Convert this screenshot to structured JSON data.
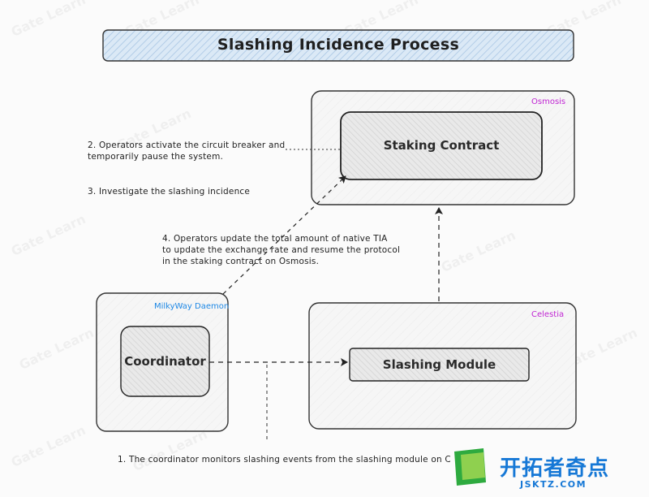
{
  "title": "Slashing Incidence Process",
  "containers": {
    "osmosis": {
      "label": "Osmosis",
      "label_color": "#c026d3"
    },
    "milkyway": {
      "label": "MilkyWay Daemon",
      "label_color": "#1e88e5"
    },
    "celestia": {
      "label": "Celestia",
      "label_color": "#c026d3"
    }
  },
  "boxes": {
    "staking_contract": "Staking Contract",
    "coordinator": "Coordinator",
    "slashing_module": "Slashing Module"
  },
  "notes": {
    "step1": "1. The coordinator monitors slashing events from the slashing module on Celestia.",
    "step2": "2. Operators activate the circuit breaker and\n    temporarily pause the system.",
    "step3": "3. Investigate the slashing incidence",
    "step4": "4. Operators update the total amount of native TIA\n    to update the exchange rate and resume the protocol\n    in the staking contract on Osmosis."
  },
  "watermark": "Gate Learn",
  "logo": {
    "main": "开拓者奇点",
    "sub": "JSKTZ.COM",
    "color": "#1678d6"
  }
}
